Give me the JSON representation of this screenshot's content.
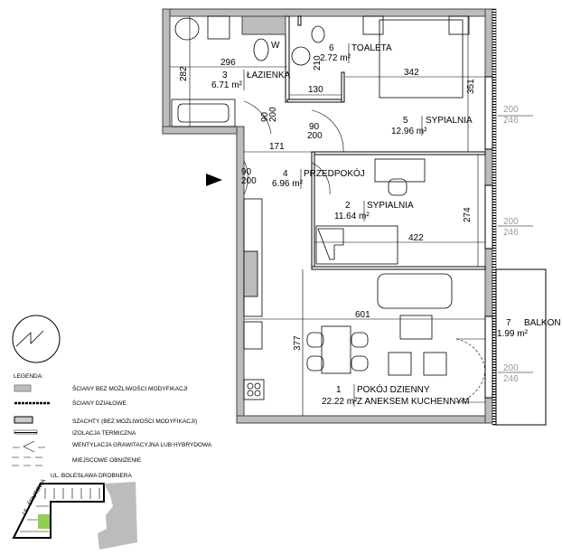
{
  "rooms": [
    {
      "number": "1",
      "name": "POKÓJ DZIENNY",
      "name2": "Z ANEKSEM KUCHENNYM",
      "area": "22.22 m²"
    },
    {
      "number": "2",
      "name": "SYPIALNIA",
      "area": "11.64 m²"
    },
    {
      "number": "3",
      "name": "ŁAZIENKA",
      "area": "6.71 m²"
    },
    {
      "number": "4",
      "name": "PRZEDPOKÓJ",
      "area": "6.96 m²"
    },
    {
      "number": "5",
      "name": "SYPIALNIA",
      "area": "12.96 m²"
    },
    {
      "number": "6",
      "name": "TOALETA",
      "area": "2.72 m²"
    },
    {
      "number": "7",
      "name": "BALKON",
      "area": "1.99 m²"
    }
  ],
  "dimensions": {
    "d296": "296",
    "d282": "282",
    "d210": "210",
    "d130": "130",
    "d342": "342",
    "d351": "351",
    "d171": "171",
    "d274": "274",
    "d422": "422",
    "d601": "601",
    "d377": "377"
  },
  "doors": {
    "w": "90",
    "h": "200"
  },
  "windows": {
    "w": "200",
    "h": "246"
  },
  "vent_label": "W",
  "legend": {
    "title": "LEGENDA:",
    "items": [
      "ŚCIANY BEZ MOŻLIWOŚCI MODYFIKACJI",
      "ŚCIANY DZIAŁOWE",
      "SZACHTY (BEZ MOŻLIWOŚCI MODYFIKACJI)",
      "IZOLACJA TERMICZNA",
      "WENTYLACJA GRAWITACYJNA LUB HYBRYDOWA",
      "MIEJSCOWE OBNIŻENIE"
    ]
  },
  "site": {
    "street1": "UL. BOLESŁAWA DROBNERA",
    "street2": "UL. ŚRUTOWA",
    "street_prefix": "UL.",
    "highlight": "#8fd14f"
  }
}
